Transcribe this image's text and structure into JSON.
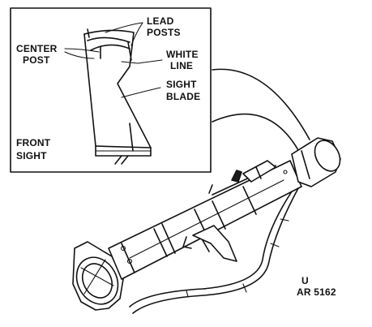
{
  "labels": {
    "lead_posts_1": "LEAD",
    "lead_posts_2": "POSTS",
    "center_post_1": "CENTER",
    "center_post_2": "POST",
    "white_line_1": "WHITE",
    "white_line_2": "LINE",
    "sight_blade_1": "SIGHT",
    "sight_blade_2": "BLADE",
    "front_sight_1": "FRONT",
    "front_sight_2": "SIGHT"
  },
  "figure_id": {
    "line1": "U",
    "line2": "AR 5162"
  },
  "colors": {
    "ink": "#111111",
    "paper": "#ffffff"
  }
}
